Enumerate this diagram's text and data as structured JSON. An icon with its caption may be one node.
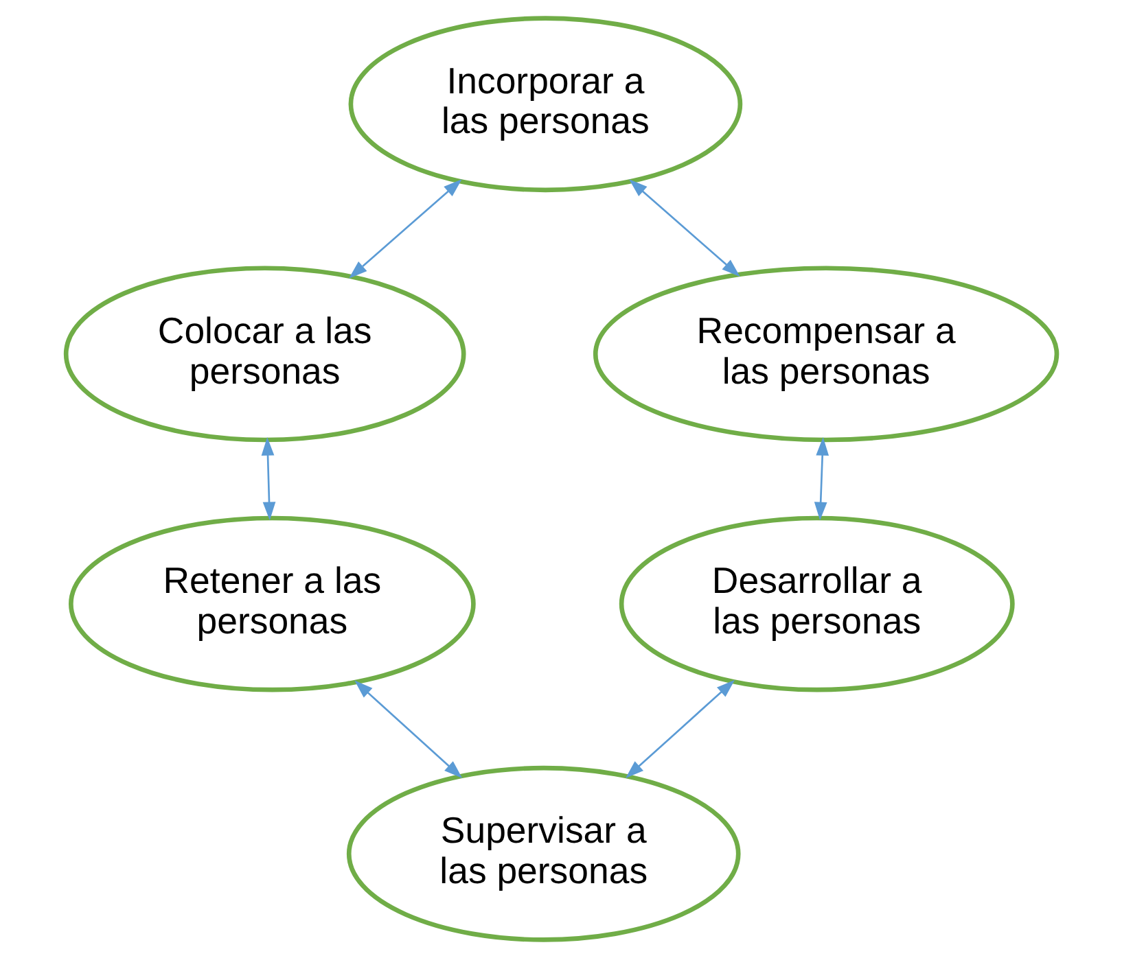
{
  "diagram": {
    "nodes": [
      {
        "text": [
          "Incorporar a las personas"
        ]
      },
      {
        "text": [
          "Colocar a las personas"
        ]
      },
      {
        "text": [
          "Recompensar a las personas"
        ]
      },
      {
        "text": [
          "Retener a las personas"
        ]
      },
      {
        "text": [
          "Desarrollar a las personas"
        ]
      },
      {
        "text": [
          "Supervisar a las personas"
        ]
      }
    ],
    "edges": [
      {
        "from": 0,
        "to": 1,
        "arrow": "both"
      },
      {
        "from": 0,
        "to": 2,
        "arrow": "both"
      },
      {
        "from": 1,
        "to": 3,
        "arrow": "both"
      },
      {
        "from": 2,
        "to": 4,
        "arrow": "both"
      },
      {
        "from": 3,
        "to": 5,
        "arrow": "both"
      },
      {
        "from": 4,
        "to": 5,
        "arrow": "both"
      }
    ]
  }
}
